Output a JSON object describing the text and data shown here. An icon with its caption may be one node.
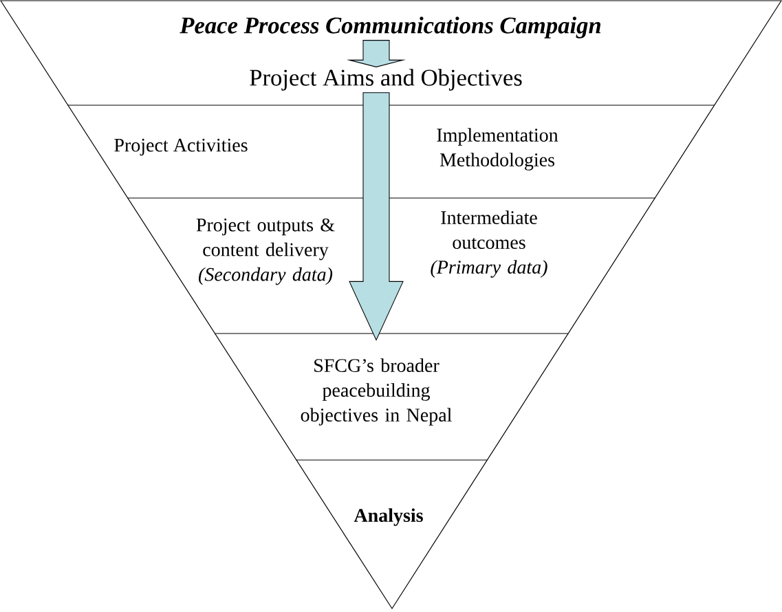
{
  "diagram": {
    "nodes": [
      {
        "text": [
          "Peace Process Communications Campaign"
        ]
      },
      {
        "text": [
          "Project Aims and Objectives"
        ]
      },
      {
        "text": [
          "Project Activities"
        ]
      },
      {
        "text": [
          "Implementation Methodologies"
        ]
      },
      {
        "text": [
          "Project outputs & content delivery",
          "(Secondary data)"
        ]
      },
      {
        "text": [
          "Intermediate outcomes",
          "(Primary data)"
        ]
      },
      {
        "text": [
          "SFCG’s broader peacebuilding objectives in Nepal"
        ]
      },
      {
        "text": [
          "Analysis"
        ]
      }
    ],
    "edges": [
      {
        "from": 0,
        "to": 1,
        "arrow": "to"
      },
      {
        "from": 1,
        "to": 6,
        "arrow": "to"
      }
    ]
  }
}
